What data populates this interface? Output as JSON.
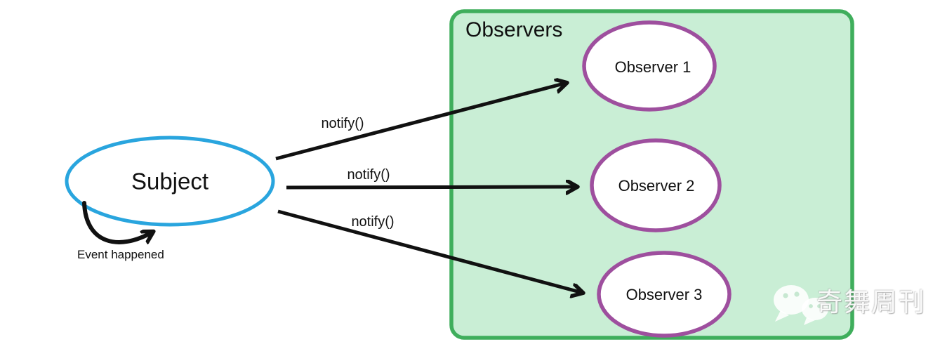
{
  "diagram": {
    "subject": {
      "label": "Subject",
      "stroke_color": "#29A5DE"
    },
    "self_loop": {
      "label": "Event happened"
    },
    "observers_box": {
      "title": "Observers",
      "fill_color": "#C9EED5",
      "border_color": "#3FAE5C"
    },
    "observers": [
      {
        "label": "Observer 1"
      },
      {
        "label": "Observer 2"
      },
      {
        "label": "Observer 3"
      }
    ],
    "observer_stroke_color": "#9E4F9E",
    "arrows": [
      {
        "label": "notify()"
      },
      {
        "label": "notify()"
      },
      {
        "label": "notify()"
      }
    ],
    "arrow_color": "#111111"
  },
  "watermark": {
    "icon": "wechat-icon",
    "text": "奇舞周刊"
  }
}
